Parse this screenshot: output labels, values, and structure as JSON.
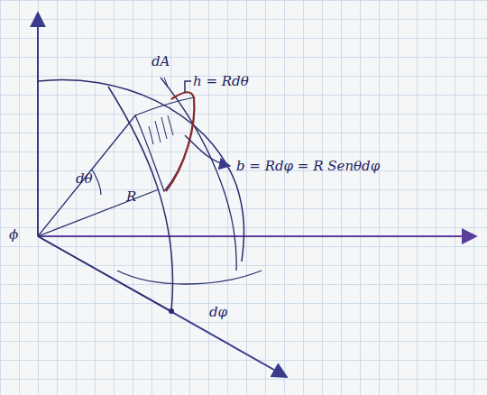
{
  "diagram": {
    "labels": [
      "dA",
      "h = Rdθ",
      "b = Rdφ = R Senθdφ",
      "dθ",
      "R",
      "ϕ",
      "dφ"
    ]
  }
}
